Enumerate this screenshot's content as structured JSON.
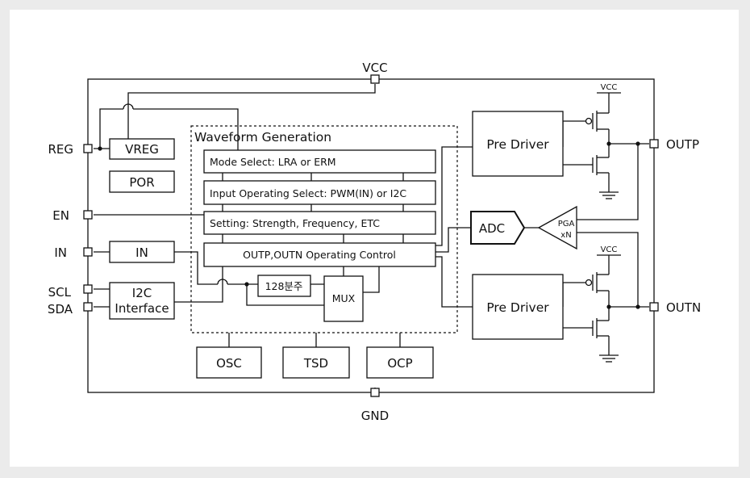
{
  "pins": {
    "vcc": "VCC",
    "gnd": "GND",
    "reg": "REG",
    "en": "EN",
    "in": "IN",
    "scl": "SCL",
    "sda": "SDA",
    "outp": "OUTP",
    "outn": "OUTN"
  },
  "blocks": {
    "vreg": "VREG",
    "por": "POR",
    "in_block": "IN",
    "i2c_line1": "I2C",
    "i2c_line2": "Interface",
    "osc": "OSC",
    "tsd": "TSD",
    "ocp": "OCP",
    "adc": "ADC",
    "pga_line1": "PGA",
    "pga_line2": "xN",
    "pre_driver_top": "Pre Driver",
    "pre_driver_bottom": "Pre Driver",
    "vcc_top": "VCC",
    "vcc_bottom": "VCC"
  },
  "waveform": {
    "title": "Waveform Generation",
    "mode_select": "Mode Select: LRA or ERM",
    "input_select": "Input Operating Select: PWM(IN) or I2C",
    "setting": "Setting: Strength, Frequency, ETC",
    "operating_control": "OUTP,OUTN Operating Control",
    "divider": "128분주",
    "mux": "MUX"
  }
}
